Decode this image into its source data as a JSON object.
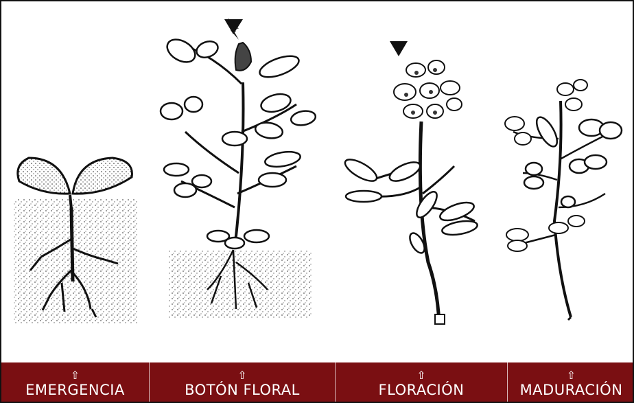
{
  "stages": [
    {
      "arrow": "⇧",
      "label": "EMERGENCIA"
    },
    {
      "arrow": "⇧",
      "label": "BOTÓN FLORAL"
    },
    {
      "arrow": "⇧",
      "label": "FLORACIÓN"
    },
    {
      "arrow": "⇧",
      "label": "MADURACIÓN"
    }
  ],
  "colors": {
    "bar": "#7a0f12",
    "ink": "#111111",
    "text": "#ffffff"
  }
}
